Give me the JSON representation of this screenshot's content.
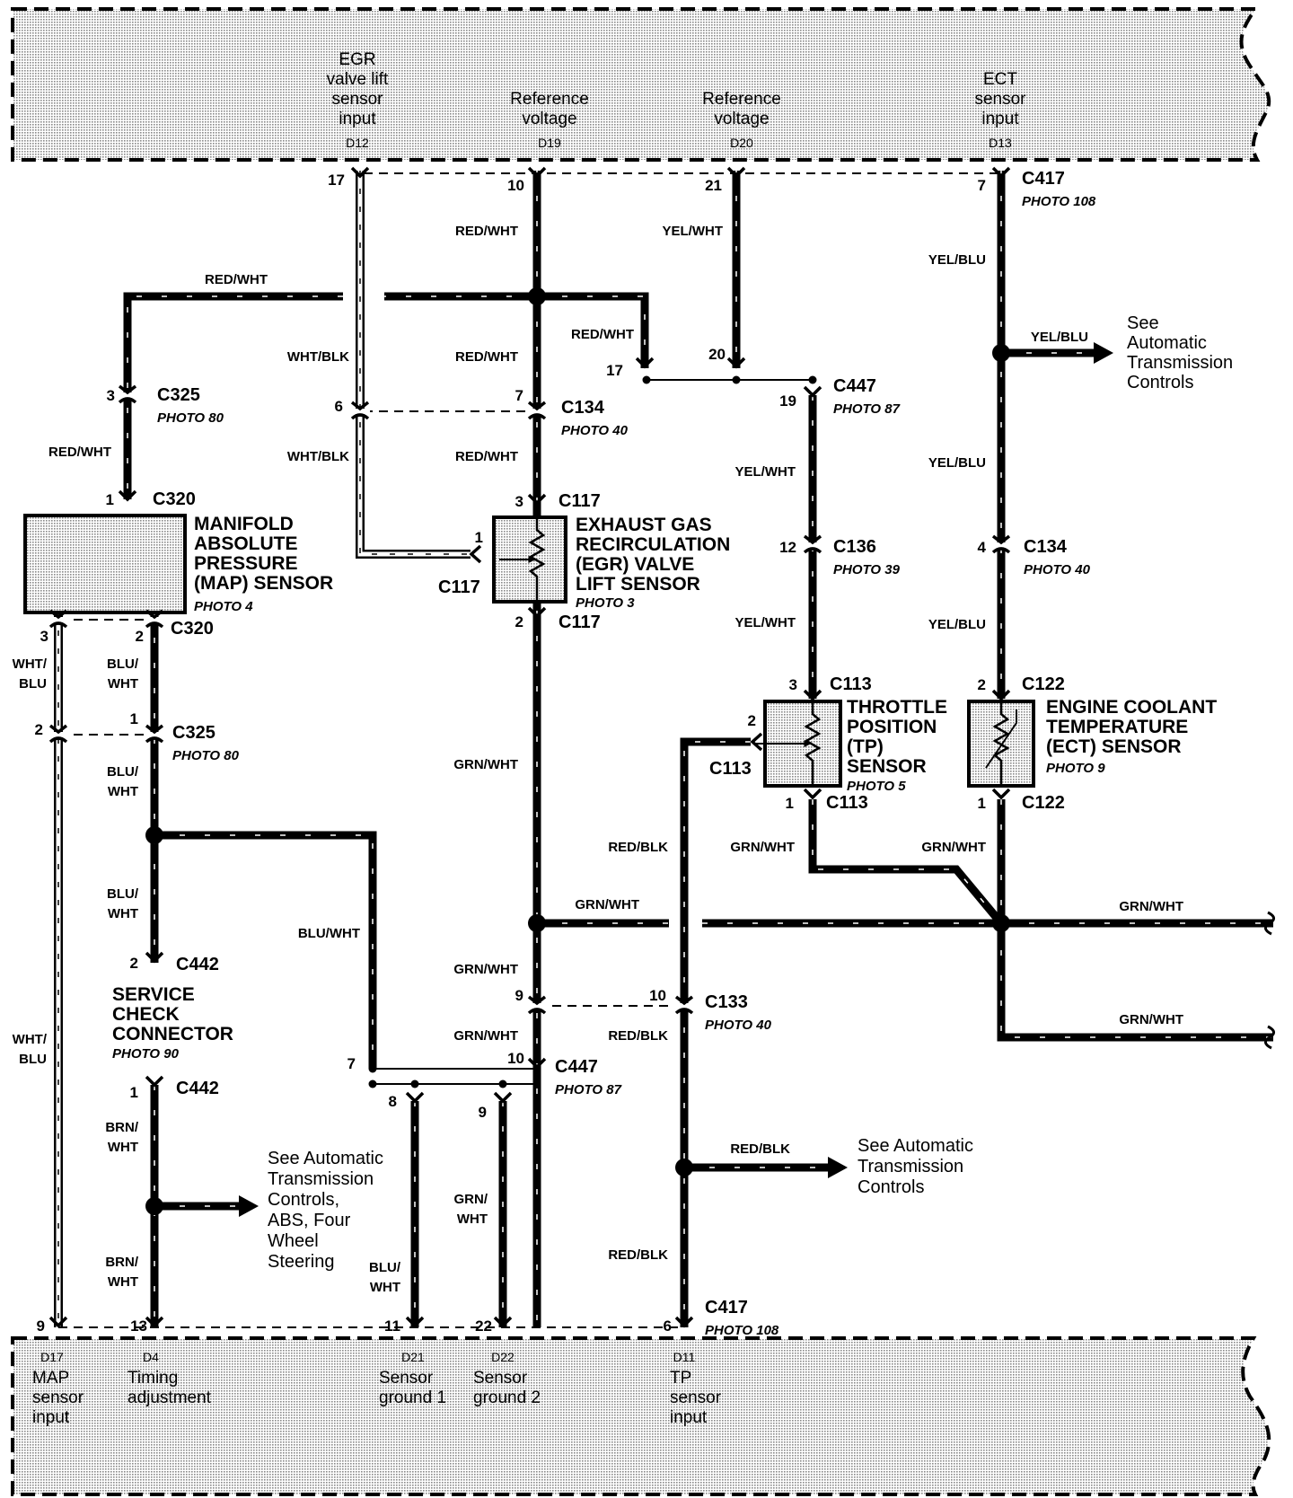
{
  "ecm_top": [
    {
      "lines": [
        "EGR",
        "valve lift",
        "sensor",
        "input"
      ],
      "code": "D12"
    },
    {
      "lines": [
        "Reference",
        "voltage"
      ],
      "code": "D19"
    },
    {
      "lines": [
        "Reference",
        "voltage"
      ],
      "code": "D20"
    },
    {
      "lines": [
        "ECT",
        "sensor",
        "input"
      ],
      "code": "D13"
    }
  ],
  "ecm_bottom": [
    {
      "code": "D17",
      "lines": [
        "MAP",
        "sensor",
        "input"
      ]
    },
    {
      "code": "D4",
      "lines": [
        "Timing",
        "adjustment"
      ]
    },
    {
      "code": "D21",
      "lines": [
        "Sensor",
        "ground 1"
      ]
    },
    {
      "code": "D22",
      "lines": [
        "Sensor",
        "ground 2"
      ]
    },
    {
      "code": "D11",
      "lines": [
        "TP",
        "sensor",
        "input"
      ]
    }
  ],
  "components": {
    "map": {
      "lines": [
        "MANIFOLD",
        "ABSOLUTE",
        "PRESSURE",
        "(MAP) SENSOR"
      ],
      "photo": "PHOTO 4"
    },
    "egr": {
      "lines": [
        "EXHAUST GAS",
        "RECIRCULATION",
        "(EGR) VALVE",
        "LIFT SENSOR"
      ],
      "photo": "PHOTO 3"
    },
    "tp": {
      "lines": [
        "THROTTLE",
        "POSITION",
        "(TP)",
        "SENSOR"
      ],
      "photo": "PHOTO 5"
    },
    "ect": {
      "lines": [
        "ENGINE COOLANT",
        "TEMPERATURE",
        "(ECT) SENSOR"
      ],
      "photo": "PHOTO 9"
    },
    "scc": {
      "lines": [
        "SERVICE",
        "CHECK",
        "CONNECTOR"
      ],
      "photo": "PHOTO 90"
    }
  },
  "connectors": {
    "c417_top": {
      "name": "C417",
      "photo": "PHOTO 108"
    },
    "c325_top": {
      "name": "C325",
      "photo": "PHOTO 80"
    },
    "c134_left": {
      "name": "C134",
      "photo": "PHOTO 40"
    },
    "c447_top": {
      "name": "C447",
      "photo": "PHOTO 87"
    },
    "c136": {
      "name": "C136",
      "photo": "PHOTO 39"
    },
    "c134_right": {
      "name": "C134",
      "photo": "PHOTO 40"
    },
    "c320_top": {
      "name": "C320"
    },
    "c117_top": {
      "name": "C117"
    },
    "c117_side": {
      "name": "C117"
    },
    "c117_bot": {
      "name": "C117"
    },
    "c320_bot": {
      "name": "C320"
    },
    "c113_top": {
      "name": "C113"
    },
    "c122_top": {
      "name": "C122"
    },
    "c113_side": {
      "name": "C113"
    },
    "c113_bot": {
      "name": "C113"
    },
    "c122_bot": {
      "name": "C122"
    },
    "c325_bot": {
      "name": "C325",
      "photo": "PHOTO 80"
    },
    "c442_top": {
      "name": "C442"
    },
    "c133": {
      "name": "C133",
      "photo": "PHOTO 40"
    },
    "c447_bot": {
      "name": "C447",
      "photo": "PHOTO 87"
    },
    "c442_bot": {
      "name": "C442"
    },
    "c417_bot": {
      "name": "C417",
      "photo": "PHOTO 108"
    }
  },
  "wire_labels": {
    "egr_top": "RED/WHT",
    "yelwht_top": "YEL/WHT",
    "yelblu_top": "YEL/BLU",
    "map_ref": "RED/WHT",
    "whtblk_1": "WHT/BLK",
    "redwht_mid": "RED/WHT",
    "redwht_branch": "RED/WHT",
    "yelblu_arrow": "YEL/BLU",
    "redwht_map": "RED/WHT",
    "whtblk_2": "WHT/BLK",
    "redwht_low": "RED/WHT",
    "yelwht_mid": "YEL/WHT",
    "yelblu_mid": "YEL/BLU",
    "yelwht_low": "YEL/WHT",
    "yelblu_low": "YEL/BLU",
    "whtblu_1a": "WHT/",
    "whtblu_1b": "BLU",
    "bluwht_1a": "BLU/",
    "bluwht_1b": "WHT",
    "bluwht_2a": "BLU/",
    "bluwht_2b": "WHT",
    "grnwht_1": "GRN/WHT",
    "redblk_1": "RED/BLK",
    "grnwht_tp": "GRN/WHT",
    "grnwht_ect": "GRN/WHT",
    "bluwht_3a": "BLU/",
    "bluwht_3b": "WHT",
    "grnwht_2": "GRN/WHT",
    "grnwht_bus": "GRN/WHT",
    "bluwht_long": "BLU/WHT",
    "grnwht_3": "GRN/WHT",
    "whtblu_2a": "WHT/",
    "whtblu_2b": "BLU",
    "grnwht_4": "GRN/WHT",
    "redblk_2": "RED/BLK",
    "grnwht_bot": "GRN/WHT",
    "brnwht_1a": "BRN/",
    "brnwht_1b": "WHT",
    "redblk_3": "RED/BLK",
    "grnwht_5a": "GRN/",
    "grnwht_5b": "WHT",
    "brnwht_2a": "BRN/",
    "brnwht_2b": "WHT",
    "redblk_4": "RED/BLK",
    "bluwht_4a": "BLU/",
    "bluwht_4b": "WHT"
  },
  "pins": {
    "p17a": "17",
    "p10a": "10",
    "p21": "21",
    "p7a": "7",
    "p3a": "3",
    "p20": "20",
    "p17b": "17",
    "p6a": "6",
    "p7b": "7",
    "p19": "19",
    "p3b": "3",
    "p1a": "1",
    "p12": "12",
    "p4": "4",
    "p1b": "1",
    "p3c": "3",
    "p2a": "2",
    "p2b": "2",
    "p3d": "3",
    "p2c": "2",
    "p2d": "2",
    "p1c": "1",
    "p1d": "1",
    "p2e": "2",
    "p1e": "1",
    "p1f": "1",
    "p2f": "2",
    "p9a": "9",
    "p10b": "10",
    "p7c": "7",
    "p10c": "10",
    "p8": "8",
    "p9b": "9",
    "p1g": "1",
    "p9c": "9",
    "p13": "13",
    "p11": "11",
    "p22": "22",
    "p6b": "6"
  },
  "notes": {
    "atc_top": [
      "See",
      "Automatic",
      "Transmission",
      "Controls"
    ],
    "atc_left": [
      "See Automatic",
      "Transmission",
      "Controls,",
      "ABS, Four",
      "Wheel",
      "Steering"
    ],
    "atc_bottom": [
      "See Automatic",
      "Transmission",
      "Controls"
    ]
  }
}
